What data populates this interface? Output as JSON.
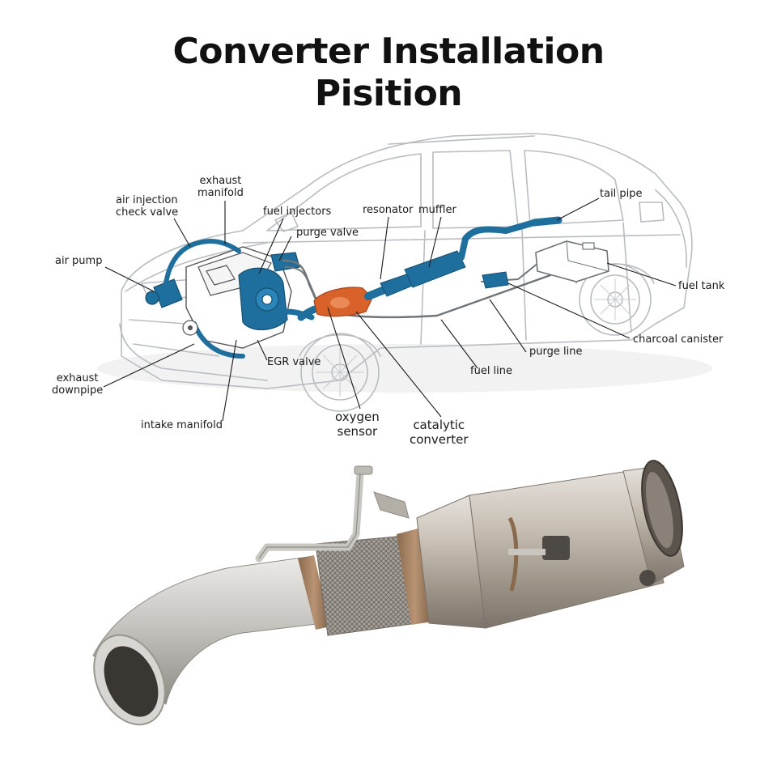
{
  "title": {
    "line1": "Converter Installation",
    "line2": "Pisition"
  },
  "colors": {
    "engine_blue": "#1f6f9e",
    "converter_orange": "#d9622b",
    "outline": "#b9bcc0",
    "label_text": "#1a1a1a",
    "steel": "#b8b2aa"
  },
  "labels": {
    "exhaust_manifold": "exhaust\nmanifold",
    "air_injection_check_valve": "air injection\ncheck valve",
    "fuel_injectors": "fuel injectors",
    "resonator": "resonator",
    "muffler": "muffler",
    "tail_pipe": "tail pipe",
    "purge_valve": "purge valve",
    "air_pump": "air pump",
    "fuel_tank": "fuel tank",
    "charcoal_canister": "charcoal canister",
    "purge_line": "purge line",
    "egr_valve": "EGR valve",
    "fuel_line": "fuel line",
    "exhaust_downpipe": "exhaust\ndownpipe",
    "intake_manifold": "intake manifold",
    "oxygen_sensor": "oxygen\nsensor",
    "catalytic_converter": "catalytic\nconverter"
  }
}
